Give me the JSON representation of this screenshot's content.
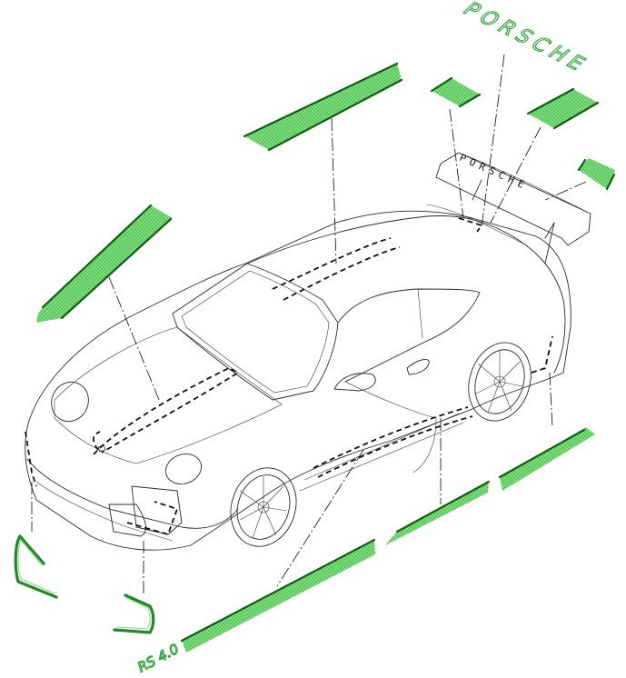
{
  "diagram": {
    "type": "decal-placement-exploded-view",
    "subject": "Porsche 911 GT3 RS 4.0 style coupe, isometric line drawing",
    "colors": {
      "decal_fill": "#6fd66f",
      "decal_edge": "#0f5f12",
      "decal_label": "#2fa83a",
      "line_art": "#2a2a2a",
      "background": "#ffffff"
    },
    "labels": {
      "brand_text": "PORSCHE",
      "model_text": "RS 4.0",
      "wing_text": "PORSCHE"
    },
    "decals": [
      {
        "id": "wing-porsche-lettering",
        "part": "Rear wing lettering",
        "color": "green"
      },
      {
        "id": "roof-stripe",
        "part": "Roof stripe"
      },
      {
        "id": "hood-stripe",
        "part": "Front hood stripe"
      },
      {
        "id": "wing-endplate-left",
        "part": "Small wing decal (left)"
      },
      {
        "id": "wing-endplate-center",
        "part": "Engine lid / wing decal"
      },
      {
        "id": "wing-endplate-right",
        "part": "Wing endplate decal (right)"
      },
      {
        "id": "side-skirt-rear",
        "part": "Side stripe rear section"
      },
      {
        "id": "side-skirt-middle",
        "part": "Side stripe middle section"
      },
      {
        "id": "side-skirt-front-rs40",
        "part": "Side stripe front with RS 4.0 logo"
      },
      {
        "id": "front-air-intake-trim-left",
        "part": "Front intake trim (left)"
      },
      {
        "id": "front-air-intake-trim-right",
        "part": "Front intake trim (right)"
      }
    ]
  }
}
